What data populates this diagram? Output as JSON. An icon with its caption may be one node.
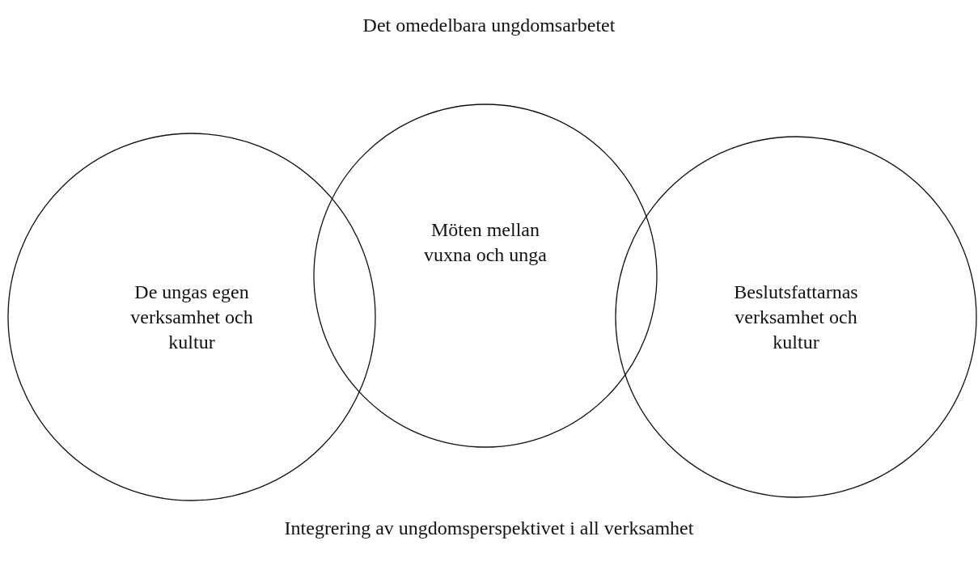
{
  "diagram": {
    "title": "Det omedelbara ungdomsarbetet",
    "caption": "Integrering av ungdomsperspektivet i all verksamhet",
    "nodes": [
      {
        "text": [
          "De ungas egen verksamhet och kultur"
        ]
      },
      {
        "text": [
          "Möten mellan vuxna och unga"
        ]
      },
      {
        "text": [
          "Beslutsfattarnas verksamhet och kultur"
        ]
      }
    ],
    "edges": []
  }
}
